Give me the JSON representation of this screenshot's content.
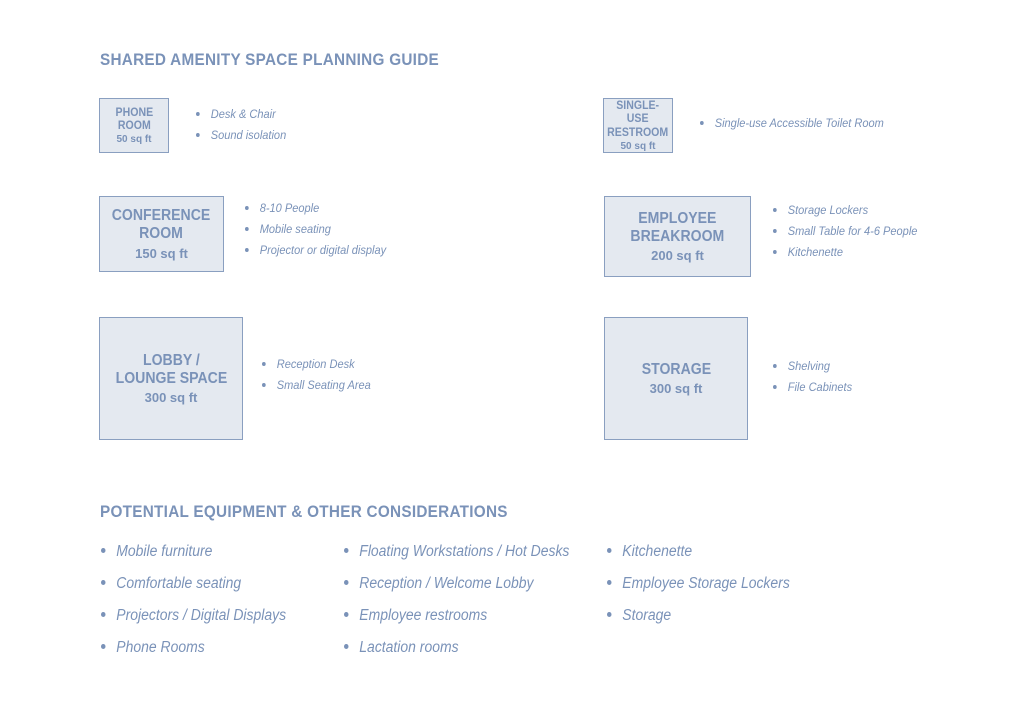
{
  "title": "SHARED AMENITY SPACE PLANNING GUIDE",
  "rooms": {
    "phone": {
      "name": "PHONE\nROOM",
      "size": "50 sq ft",
      "features": [
        "Desk & Chair",
        "Sound isolation"
      ]
    },
    "restroom": {
      "name": "SINGLE-USE\nRESTROOM",
      "size": "50 sq ft",
      "features": [
        "Single-use Accessible Toilet Room"
      ]
    },
    "conference": {
      "name": "CONFERENCE\nROOM",
      "size": "150 sq ft",
      "features": [
        "8-10 People",
        "Mobile seating",
        "Projector or digital display"
      ]
    },
    "breakroom": {
      "name": "EMPLOYEE\nBREAKROOM",
      "size": "200 sq ft",
      "features": [
        "Storage Lockers",
        "Small Table for 4-6 People",
        "Kitchenette"
      ]
    },
    "lobby": {
      "name": "LOBBY /\nLOUNGE SPACE",
      "size": "300 sq ft",
      "features": [
        "Reception Desk",
        "Small Seating Area"
      ]
    },
    "storage": {
      "name": "STORAGE",
      "size": "300 sq ft",
      "features": [
        "Shelving",
        "File Cabinets"
      ]
    }
  },
  "equipment": {
    "heading": "POTENTIAL EQUIPMENT & OTHER CONSIDERATIONS",
    "columns": [
      [
        "Mobile furniture",
        "Comfortable seating",
        "Projectors / Digital Displays",
        "Phone Rooms"
      ],
      [
        "Floating Workstations / Hot Desks",
        "Reception / Welcome Lobby",
        "Employee restrooms",
        "Lactation rooms"
      ],
      [
        "Kitchenette",
        "Employee Storage Lockers",
        "Storage"
      ]
    ]
  }
}
